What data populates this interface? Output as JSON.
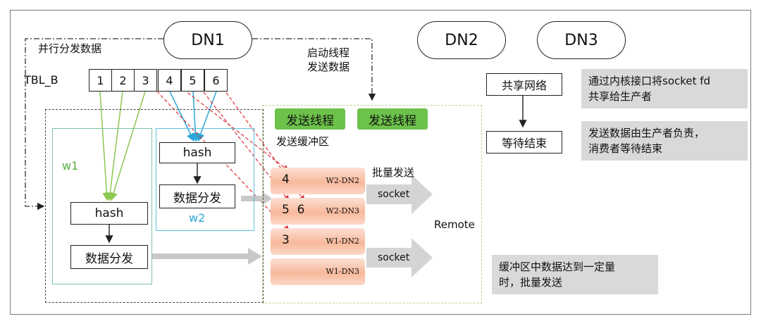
{
  "nodes": {
    "dn1": "DN1",
    "dn2": "DN2",
    "dn3": "DN3"
  },
  "labels": {
    "parallel": "并行分发数据",
    "start_line1": "启动线程",
    "start_line2": "发送数据",
    "table": "TBL_B",
    "w1": "w1",
    "w2": "w2",
    "send_buffer": "发送缓冲区",
    "batch_send": "批量发送",
    "remote": "Remote"
  },
  "table_cells": [
    "1",
    "2",
    "3",
    "4",
    "5",
    "6"
  ],
  "w1_boxes": {
    "hash": "hash",
    "dispatch": "数据分发"
  },
  "w2_boxes": {
    "hash": "hash",
    "dispatch": "数据分发"
  },
  "send_threads": [
    "发送线程",
    "发送线程"
  ],
  "buffers": [
    {
      "num": "4",
      "label": "W2-DN2"
    },
    {
      "num": "5  6",
      "label": "W2-DN3"
    },
    {
      "num": "3",
      "label": "W1-DN2"
    },
    {
      "num": "",
      "label": "W1-DN3"
    }
  ],
  "sockets": [
    "socket",
    "socket"
  ],
  "right_flow": {
    "share": "共享网络",
    "wait": "等待结束"
  },
  "notes": {
    "share_line1": "通过内核接口将socket fd",
    "share_line2": "共享给生产者",
    "wait_line1": "发送数据由生产者负责，",
    "wait_line2": "消费者等待结束",
    "buffer_line1": "缓冲区中数据达到一定量",
    "buffer_line2": "时，批量发送"
  },
  "colors": {
    "green": "#6cc24a",
    "blue_arrow": "#2aa6d8",
    "green_arrow": "#8cc850",
    "red_arrow": "#e0303a",
    "w1_border": "#7cc6a0",
    "w2_border": "#5bc0de"
  }
}
